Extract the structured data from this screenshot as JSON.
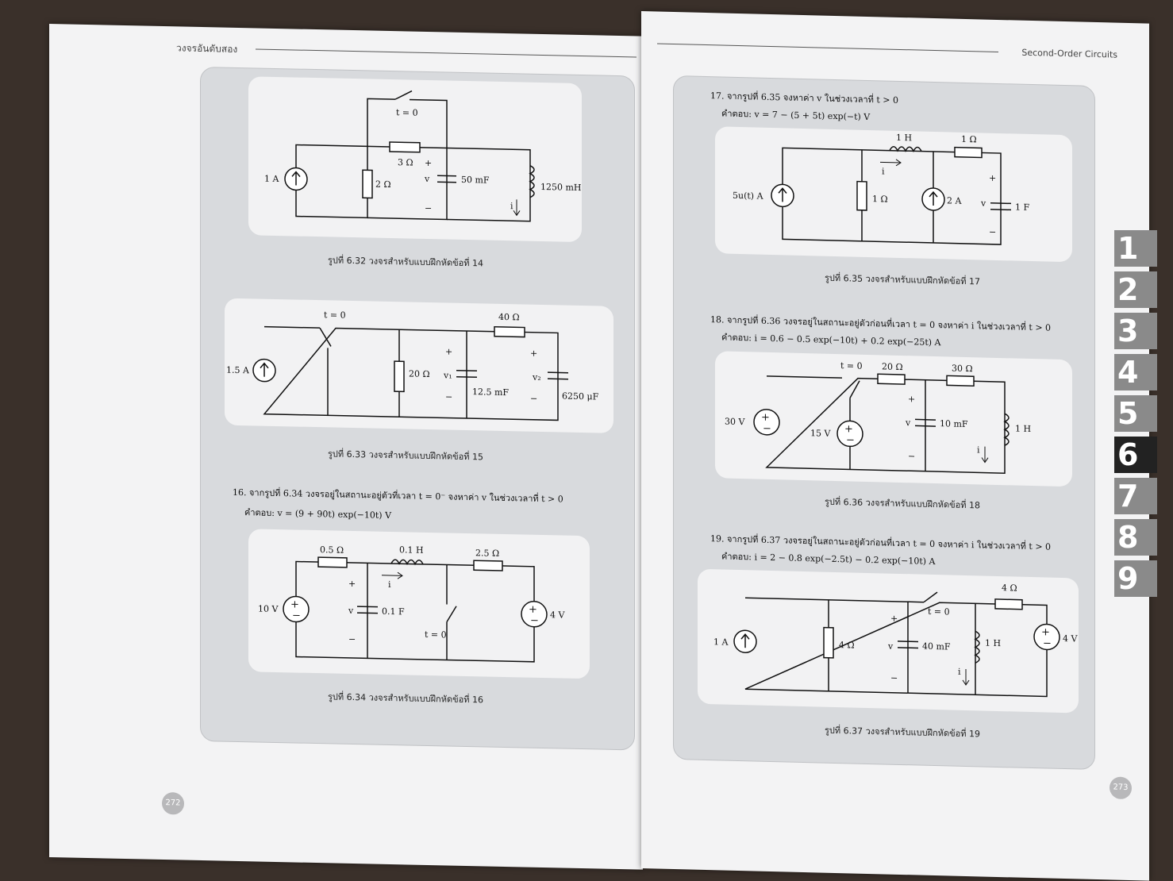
{
  "left_page": {
    "header": "วงจรอันดับสอง",
    "page_number": "272",
    "figures": [
      {
        "caption": "รูปที่ 6.32  วงจรสำหรับแบบฝึกหัดข้อที่ 14",
        "labels": {
          "switch": "t = 0",
          "r_series": "3 Ω",
          "plus": "+",
          "source": "1 A",
          "r_shunt": "2 Ω",
          "v": "v",
          "cap": "50 mF",
          "ind": "1250 mH",
          "i": "i",
          "minus": "−"
        }
      },
      {
        "caption": "รูปที่ 6.33  วงจรสำหรับแบบฝึกหัดข้อที่ 15",
        "labels": {
          "switch": "t = 0",
          "r_top": "40 Ω",
          "source": "1.5 A",
          "r_shunt": "20 Ω",
          "v1": "v₁",
          "v2": "v₂",
          "c1": "12.5 mF",
          "c2": "6250 μF",
          "plus": "+",
          "minus": "−"
        }
      },
      {
        "caption": "รูปที่ 6.34  วงจรสำหรับแบบฝึกหัดข้อที่ 16",
        "labels": {
          "r1": "0.5 Ω",
          "ind": "0.1 H",
          "r2": "2.5 Ω",
          "src1": "10 V",
          "src2": "4 V",
          "cap": "0.1 F",
          "v": "v",
          "i": "i",
          "switch": "t = 0",
          "plus": "+",
          "minus": "−"
        }
      }
    ],
    "question_16": {
      "text": "16. จากรูปที่ 6.34 วงจรอยู่ในสถานะอยู่ตัวที่เวลา  t = 0⁻  จงหาค่า  v  ในช่วงเวลาที่  t > 0",
      "answer": "คำตอบ: v = (9 + 90t) exp(−10t) V"
    }
  },
  "right_page": {
    "header": "Second-Order Circuits",
    "page_number": "273",
    "question_17": {
      "text": "17. จากรูปที่  6.35  จงหาค่า  v  ในช่วงเวลาที่  t > 0",
      "answer": "คำตอบ:  v = 7 − (5 + 5t) exp(−t) V"
    },
    "question_18": {
      "text": "18. จากรูปที่  6.36  วงจรอยู่ในสถานะอยู่ตัวก่อนที่เวลา  t = 0  จงหาค่า  i  ในช่วงเวลาที่  t > 0",
      "answer": "คำตอบ:  i = 0.6 − 0.5 exp(−10t) + 0.2 exp(−25t) A"
    },
    "question_19": {
      "text": "19. จากรูปที่  6.37  วงจรอยู่ในสถานะอยู่ตัวก่อนที่เวลา  t = 0  จงหาค่า  i  ในช่วงเวลาที่  t > 0",
      "answer": "คำตอบ:  i = 2 − 0.8 exp(−2.5t) − 0.2 exp(−10t) A"
    },
    "figures": [
      {
        "caption": "รูปที่ 6.35  วงจรสำหรับแบบฝึกหัดข้อที่ 17",
        "labels": {
          "ind": "1 H",
          "r_top": "1 Ω",
          "source": "5u(t) A",
          "r_shunt": "1 Ω",
          "src2": "2 A",
          "v": "v",
          "cap": "1 F",
          "i": "i",
          "plus": "+",
          "minus": "−"
        }
      },
      {
        "caption": "รูปที่ 6.36  วงจรสำหรับแบบฝึกหัดข้อที่ 18",
        "labels": {
          "switch": "t = 0",
          "r1": "20 Ω",
          "r2": "30 Ω",
          "src1": "30 V",
          "src2": "15 V",
          "v": "v",
          "cap": "10 mF",
          "ind": "1 H",
          "i": "i",
          "plus": "+",
          "minus": "−"
        }
      },
      {
        "caption": "รูปที่ 6.37  วงจรสำหรับแบบฝึกหัดข้อที่ 19",
        "labels": {
          "r_top": "4 Ω",
          "switch": "t = 0",
          "source": "1 A",
          "r_shunt": "4 Ω",
          "v": "v",
          "cap": "40 mF",
          "ind": "1 H",
          "src2": "4 V",
          "i": "i",
          "plus": "+",
          "minus": "−"
        }
      }
    ]
  },
  "chapter_tabs": [
    "1",
    "2",
    "3",
    "4",
    "5",
    "6",
    "7",
    "8",
    "9"
  ],
  "active_tab": "6",
  "colors": {
    "tab_dark": "#222222",
    "tab_gray": "#8a8a8a",
    "panel": "#d8dadd",
    "page": "#f3f3f4"
  }
}
